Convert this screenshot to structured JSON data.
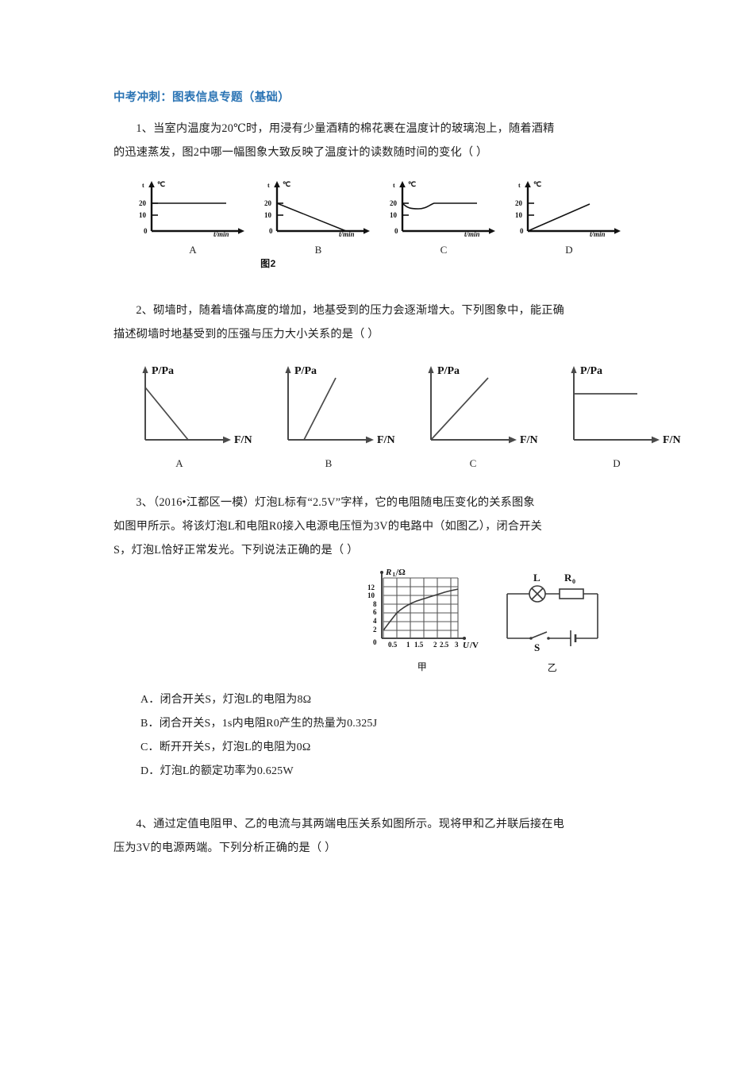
{
  "document": {
    "title": "中考冲刺：图表信息专题（基础）",
    "title_color": "#2b74b4"
  },
  "questions": [
    {
      "id": "q1",
      "line1": "1、当室内温度为20℃时，用浸有少量酒精的棉花裹在温度计的玻璃泡上，随着酒精",
      "line2": "的迅速蒸发，图2中哪一幅图象大致反映了温度计的读数随时间的变化（      ）",
      "figure_caption": "图2",
      "graphs": [
        {
          "label": "A",
          "y_axis": "t",
          "y_unit": "℃",
          "x_axis": "t/min",
          "ticks_y": [
            "20",
            "10",
            "0"
          ]
        },
        {
          "label": "B",
          "y_axis": "t",
          "y_unit": "℃",
          "x_axis": "t/min",
          "ticks_y": [
            "20",
            "10",
            "0"
          ]
        },
        {
          "label": "C",
          "y_axis": "t",
          "y_unit": "℃",
          "x_axis": "t/min",
          "ticks_y": [
            "20",
            "10",
            "0"
          ]
        },
        {
          "label": "D",
          "y_axis": "t",
          "y_unit": "℃",
          "x_axis": "t/min",
          "ticks_y": [
            "20",
            "10",
            "0"
          ]
        }
      ]
    },
    {
      "id": "q2",
      "line1": "2、砌墙时，随着墙体高度的增加，地基受到的压力会逐渐增大。下列图象中，能正确",
      "line2": "描述砌墙时地基受到的压强与压力大小关系的是（      ）",
      "graphs": [
        {
          "label": "A",
          "y_axis": "P/Pa",
          "x_axis": "F/N"
        },
        {
          "label": "B",
          "y_axis": "P/Pa",
          "x_axis": "F/N"
        },
        {
          "label": "C",
          "y_axis": "P/Pa",
          "x_axis": "F/N"
        },
        {
          "label": "D",
          "y_axis": "P/Pa",
          "x_axis": "F/N"
        }
      ]
    },
    {
      "id": "q3",
      "line1": "3、（2016•江都区一模）灯泡L标有“2.5V”字样，它的电阻随电压变化的关系图象",
      "line2": "如图甲所示。将该灯泡L和电阻R0接入电源电压恒为3V的电路中（如图乙），闭合开关",
      "line3": "S，灯泡L恰好正常发光。下列说法正确的是（      ）",
      "figure_graph_caption": "甲",
      "figure_circuit_caption": "乙",
      "circuit_labels": {
        "lamp": "L",
        "resistor": "R",
        "resistor_sub": "0",
        "switch": "S"
      },
      "options": [
        "A．闭合开关S，灯泡L的电阻为8Ω",
        "B．闭合开关S，1s内电阻R0产生的热量为0.325J",
        "C．断开开关S，灯泡L的电阻为0Ω",
        "D．灯泡L的额定功率为0.625W"
      ]
    },
    {
      "id": "q4",
      "line1": "4、通过定值电阻甲、乙的电流与其两端电压关系如图所示。现将甲和乙并联后接在电",
      "line2": "压为3V的电源两端。下列分析正确的是（      ）"
    }
  ],
  "chart_data": [
    {
      "type": "line",
      "id": "q1-graph-A",
      "title": "A",
      "xlabel": "t/min",
      "ylabel": "t/℃",
      "yticks": [
        0,
        10,
        20
      ],
      "description": "horizontal line at 20",
      "x": [
        0,
        10
      ],
      "y": [
        20,
        20
      ]
    },
    {
      "type": "line",
      "id": "q1-graph-B",
      "title": "B",
      "xlabel": "t/min",
      "ylabel": "t/℃",
      "yticks": [
        0,
        10,
        20
      ],
      "description": "straight descending line from 20 to 0",
      "x": [
        0,
        10
      ],
      "y": [
        20,
        0
      ]
    },
    {
      "type": "line",
      "id": "q1-graph-C",
      "title": "C",
      "xlabel": "t/min",
      "ylabel": "t/℃",
      "yticks": [
        0,
        10,
        20
      ],
      "description": "starts at 20, dips to about 16, returns to 20 and stays constant",
      "x": [
        0,
        2,
        4,
        5.5,
        6.5,
        10
      ],
      "y": [
        20,
        17,
        16,
        17.5,
        20,
        20
      ]
    },
    {
      "type": "line",
      "id": "q1-graph-D",
      "title": "D",
      "xlabel": "t/min",
      "ylabel": "t/℃",
      "yticks": [
        0,
        10,
        20
      ],
      "description": "straight ascending line from 0 to about 19",
      "x": [
        0,
        8
      ],
      "y": [
        0,
        19
      ]
    },
    {
      "type": "line",
      "id": "q2-graph-A",
      "title": "A",
      "xlabel": "F/N",
      "ylabel": "P/Pa",
      "description": "descending straight line reaching zero then flat along axis"
    },
    {
      "type": "line",
      "id": "q2-graph-B",
      "title": "B",
      "xlabel": "F/N",
      "ylabel": "P/Pa",
      "description": "steep ascending straight line starting at a positive x intercept"
    },
    {
      "type": "line",
      "id": "q2-graph-C",
      "title": "C",
      "xlabel": "F/N",
      "ylabel": "P/Pa",
      "description": "straight ascending line through origin (proportional)"
    },
    {
      "type": "line",
      "id": "q2-graph-D",
      "title": "D",
      "xlabel": "F/N",
      "ylabel": "P/Pa",
      "description": "horizontal constant line at a positive value"
    },
    {
      "type": "line",
      "id": "q3-graph",
      "title": "甲",
      "xlabel": "U/V",
      "ylabel": "R_L/Ω",
      "xticks": [
        0,
        0.5,
        1,
        1.5,
        2,
        2.5,
        3
      ],
      "yticks": [
        0,
        2,
        4,
        6,
        8,
        10,
        12
      ],
      "xlim": [
        0,
        3
      ],
      "ylim": [
        0,
        13
      ],
      "grid": true,
      "description": "rising concave-down curve: lamp resistance increases with voltage",
      "x": [
        0.05,
        0.25,
        0.5,
        0.75,
        1.0,
        1.25,
        1.5,
        1.75,
        2.0,
        2.25,
        2.5,
        2.75,
        3.0
      ],
      "y": [
        2.0,
        3.4,
        5.0,
        6.0,
        6.9,
        7.5,
        8.1,
        8.6,
        9.1,
        9.5,
        9.9,
        10.3,
        10.7
      ]
    }
  ]
}
